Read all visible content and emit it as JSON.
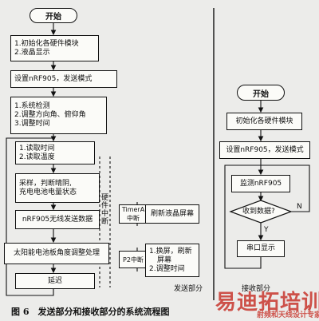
{
  "send": {
    "start": "开始",
    "init_line1": "1.初始化各硬件模块",
    "init_line2": "2.液晶显示",
    "set_mode": "设置nRF905，发送模式",
    "sys_line1": "1.系统检测",
    "sys_line2": "2.调整方向角、俯仰角",
    "sys_line3": "3.调整时间",
    "read_line1": "1.读取时间",
    "read_line2": "2.读取温度",
    "sample_line1": "采样，判断晴阴,",
    "sample_line2": "充电电池电量状态",
    "tx_data": "nRF905无线发送数据",
    "solar": "太阳能电池板角度调整处理",
    "delay": "延迟"
  },
  "interrupts": {
    "hw_label": "硬件中断",
    "timer_label": "TimerA中断",
    "timer_box": "刷新液晶屏幕",
    "p2_label": "P2中断",
    "p2_line1": "1.换屏，刷新",
    "p2_line2": "屏幕",
    "p2_line3": "2.调整时间"
  },
  "receive": {
    "start": "开始",
    "init": "初始化各硬件模块",
    "set_mode": "设置nRF905，发送模式",
    "monitor": "监测nRF905",
    "decision": "收到数据?",
    "no": "N",
    "yes": "Y",
    "display": "串口显示"
  },
  "labels": {
    "send_part": "发送部分",
    "recv_part": "接收部分"
  },
  "caption": "图 6　发送部分和接收部分的系统流程图",
  "watermark": {
    "main": "易迪拓培训",
    "sub": "射频和天线设计专家"
  },
  "colors": {
    "watermark": "#c8372e"
  }
}
